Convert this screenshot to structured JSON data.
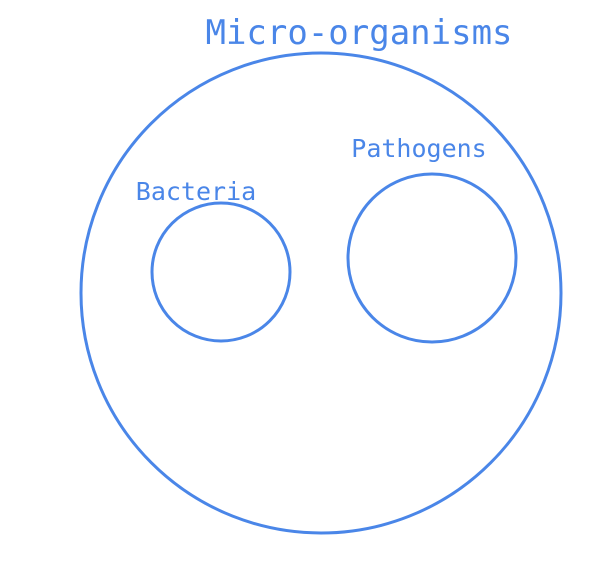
{
  "colors": {
    "stroke": "#4a86e8",
    "text": "#4a86e8",
    "background": "#ffffff"
  },
  "diagram": {
    "outer_set": {
      "label": "Micro-organisms"
    },
    "inner_sets": [
      {
        "label": "Bacteria"
      },
      {
        "label": "Pathogens"
      }
    ]
  }
}
